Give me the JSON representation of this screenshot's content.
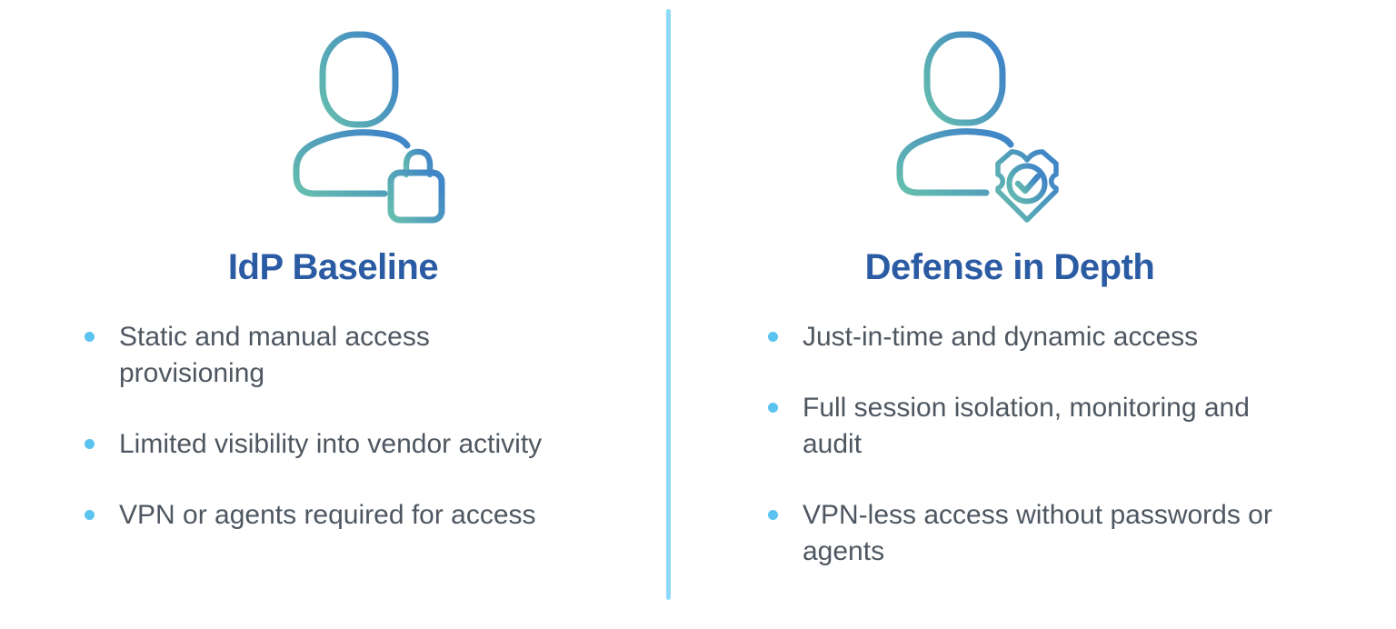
{
  "slide": {
    "layout": "two-column-comparison",
    "background": "#ffffff"
  },
  "divider": {
    "orientation": "vertical",
    "color": "#8ED9F8"
  },
  "colors": {
    "title_text": "#2B5CA3",
    "body_text": "#4E5761",
    "bullet_dot": "#5BC3F0",
    "divider": "#8ED9F8",
    "icon_gradient_start": "#66BFAD",
    "icon_gradient_end": "#4186C6"
  },
  "columns": [
    {
      "title": "IdP Baseline",
      "icon": "user-lock-icon",
      "bullets": [
        "Static and manual access provisioning",
        "Limited visibility into vendor activity",
        "VPN or agents required for access"
      ]
    },
    {
      "title": "Defense in Depth",
      "icon": "user-shield-check-icon",
      "bullets": [
        "Just-in-time and dynamic access",
        "Full session isolation, monitoring and audit",
        "VPN-less access without passwords or agents"
      ]
    }
  ]
}
